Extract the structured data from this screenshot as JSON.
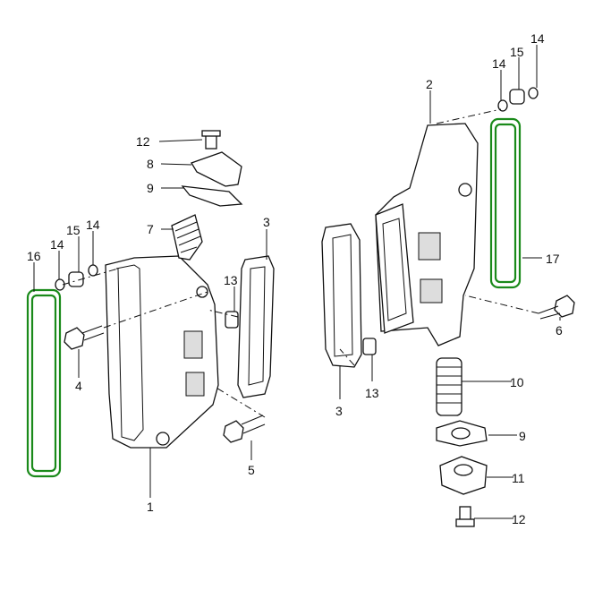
{
  "diagram": {
    "title": "Exploded parts view",
    "highlight_color": "#1a8a1a",
    "left_labels": {
      "p12": "12",
      "p8": "8",
      "p9": "9",
      "p7": "7",
      "p3": "3",
      "p15": "15",
      "p14a": "14",
      "p14b": "14",
      "p16": "16",
      "p13": "13",
      "p4": "4",
      "p5": "5",
      "p1": "1"
    },
    "right_labels": {
      "p2": "2",
      "p14a": "14",
      "p15": "15",
      "p14b": "14",
      "p17": "17",
      "p6": "6",
      "p3": "3",
      "p13": "13",
      "p10": "10",
      "p9": "9",
      "p11": "11",
      "p12": "12"
    }
  }
}
